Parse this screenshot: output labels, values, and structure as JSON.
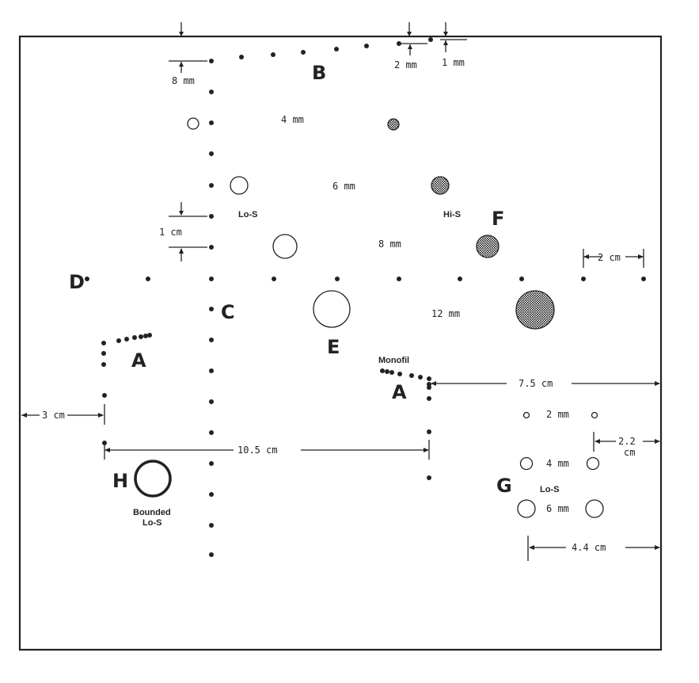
{
  "sections": {
    "A": "A",
    "A2": "A",
    "B": "B",
    "C": "C",
    "D": "D",
    "E": "E",
    "F": "F",
    "G": "G",
    "H": "H"
  },
  "labels": {
    "lo_s_1": "Lo-S",
    "hi_s": "Hi-S",
    "monofil": "Monofil",
    "bounded": "Bounded",
    "bounded_lo_s": "Lo-S",
    "lo_s_g": "Lo-S"
  },
  "dimensions": {
    "d8mm": "8 mm",
    "d2mm": "2 mm",
    "d1mm": "1 mm",
    "d4mm": "4 mm",
    "d6mm": "6 mm",
    "d8mm_b": "8 mm",
    "d12mm": "12 mm",
    "d1cm": "1 cm",
    "d2cm": "2 cm",
    "d3cm": "3 cm",
    "d10_5cm": "10.5 cm",
    "d7_5cm": "7.5 cm",
    "d2_2": "2.2",
    "d2_2cm": "cm",
    "g2mm": "2 mm",
    "g4mm": "4 mm",
    "g6mm": "6 mm",
    "d4_4cm": "4.4 cm"
  },
  "colors": {
    "ink": "#222222",
    "paper": "#ffffff"
  }
}
